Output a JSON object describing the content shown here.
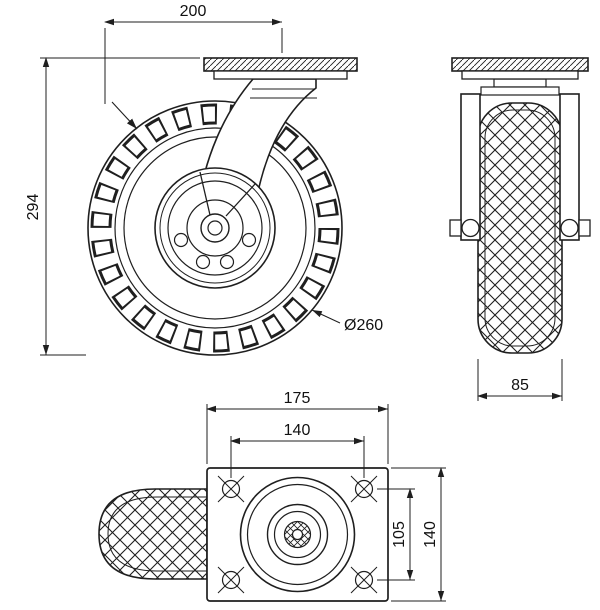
{
  "colors": {
    "line": "#1f1f1f",
    "background": "#ffffff"
  },
  "dims": {
    "top_width": "200",
    "overall_height": "294",
    "wheel_diameter": "Ø260",
    "wheel_width": "85",
    "plate_width": "175",
    "hole_spacing_h": "140",
    "hole_spacing_v": "105",
    "plate_depth": "140"
  }
}
